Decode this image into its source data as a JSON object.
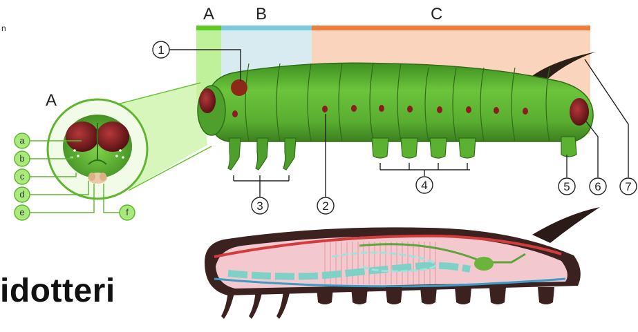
{
  "corner_text": "n",
  "regions": {
    "a": "A",
    "b": "B",
    "c": "C"
  },
  "inset_label": "A",
  "head_callouts": [
    "a",
    "b",
    "c",
    "d",
    "e",
    "f"
  ],
  "body_callouts": [
    "1",
    "2",
    "3",
    "4",
    "5",
    "6",
    "7"
  ],
  "title_fragment": "idotteri",
  "colors": {
    "region_a": "#7ddc3a",
    "region_b": "#7ec8dc",
    "region_c": "#f07d3a",
    "body_green": "#4c9e2c",
    "spiracle": "#8a1e1e"
  }
}
